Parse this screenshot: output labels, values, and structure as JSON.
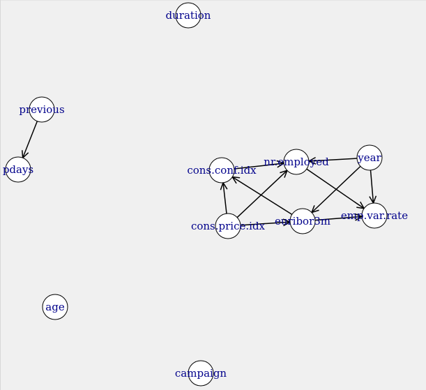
{
  "graph": {
    "background": "#f0f0f0",
    "node_fill": "#ffffff",
    "node_stroke": "#000000",
    "label_color": "#00008b",
    "nodes": [
      {
        "id": "duration",
        "label": "duration"
      },
      {
        "id": "previous",
        "label": "previous"
      },
      {
        "id": "pdays",
        "label": "pdays"
      },
      {
        "id": "cons.conf.idx",
        "label": "cons.conf.idx"
      },
      {
        "id": "nr.employed",
        "label": "nr.employed"
      },
      {
        "id": "year",
        "label": "year"
      },
      {
        "id": "cons.price.idx",
        "label": "cons.price.idx"
      },
      {
        "id": "euribor3m",
        "label": "euribor3m"
      },
      {
        "id": "emp.var.rate",
        "label": "emp.var.rate"
      },
      {
        "id": "age",
        "label": "age"
      },
      {
        "id": "campaign",
        "label": "campaign"
      }
    ],
    "edges": [
      {
        "from": "previous",
        "to": "pdays"
      },
      {
        "from": "cons.price.idx",
        "to": "cons.conf.idx"
      },
      {
        "from": "cons.price.idx",
        "to": "nr.employed"
      },
      {
        "from": "cons.price.idx",
        "to": "euribor3m"
      },
      {
        "from": "cons.conf.idx",
        "to": "nr.employed"
      },
      {
        "from": "euribor3m",
        "to": "cons.conf.idx"
      },
      {
        "from": "euribor3m",
        "to": "emp.var.rate"
      },
      {
        "from": "year",
        "to": "nr.employed"
      },
      {
        "from": "year",
        "to": "euribor3m"
      },
      {
        "from": "year",
        "to": "emp.var.rate"
      },
      {
        "from": "nr.employed",
        "to": "emp.var.rate"
      }
    ]
  }
}
